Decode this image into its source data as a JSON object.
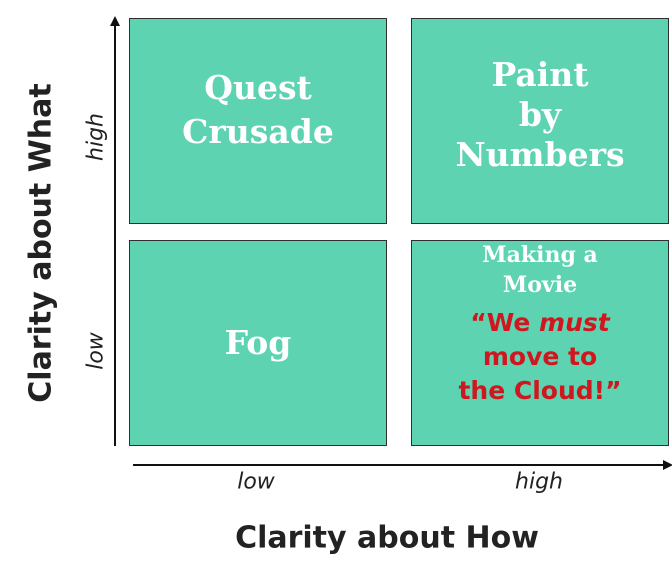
{
  "axes": {
    "y_title": "Clarity about What",
    "x_title": "Clarity about How",
    "y_ticks": {
      "high": "high",
      "low": "low"
    },
    "x_ticks": {
      "low": "low",
      "high": "high"
    }
  },
  "quadrants": {
    "top_left": {
      "lines": [
        "Quest",
        "Crusade"
      ]
    },
    "top_right": {
      "lines": [
        "Paint",
        "by",
        "Numbers"
      ]
    },
    "bottom_left": {
      "lines": [
        "Fog"
      ]
    },
    "bottom_right": {
      "lines": [
        "Making a",
        "Movie"
      ],
      "callout": {
        "open_quote_we": "“We ",
        "must": "must",
        "line2": "move to",
        "line3": "the Cloud!”"
      }
    }
  },
  "colors": {
    "quadrant_fill": "#5dd3b1",
    "callout_red": "#d0161e"
  }
}
